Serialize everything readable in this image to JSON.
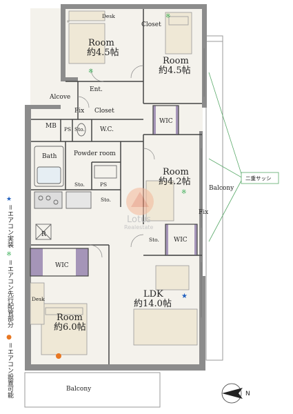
{
  "rooms": {
    "room_nw": {
      "name": "Room",
      "size": "約4.5帖"
    },
    "room_ne": {
      "name": "Room",
      "size": "約4.5帖"
    },
    "room_mid": {
      "name": "Room",
      "size": "約4.2帖"
    },
    "room_sw": {
      "name": "Room",
      "size": "約6.0帖"
    },
    "ldk": {
      "name": "LDK",
      "size": "約14.0帖"
    }
  },
  "labels": {
    "desk_top": "Desk",
    "desk_left": "Desk",
    "closet_top": "Closet",
    "closet_mid": "Closet",
    "ent": "Ent.",
    "alcove": "Alcove",
    "fix_left": "Fix",
    "fix_right": "Fix",
    "mb": "MB",
    "ps_top": "PS",
    "ps_bottom": "PS",
    "sto_top": "Sto.",
    "wc": "W.C.",
    "powder_room": "Powder room",
    "bath": "Bath",
    "sto_bath": "Sto.",
    "sto_kitchen": "Sto.",
    "sto_ldk": "Sto.",
    "wic_top": "WIC",
    "wic_mid": "WIC",
    "wic_left": "WIC",
    "r_mark": "R",
    "balcony_right": "Balcony",
    "balcony_bottom": "Balcony",
    "double_sash": "二重サッシ",
    "north": "N"
  },
  "watermark": {
    "brand": "Lotus",
    "sub": "Realestate"
  },
  "legend": [
    {
      "mark": "★",
      "color": "#1f5fbf",
      "text": "＝エアコン実装"
    },
    {
      "mark": "※",
      "color": "#2aa84a",
      "text": "＝エアコン先行配管部分"
    },
    {
      "mark": "●",
      "color": "#e87722",
      "text": "＝エアコン設置可能"
    }
  ],
  "colors": {
    "wall": "#8c8c8c",
    "wic": "#a595b8",
    "floor": "#f4f2ec",
    "furniture": "#efe8d6",
    "guide": "#5aaa6a"
  }
}
